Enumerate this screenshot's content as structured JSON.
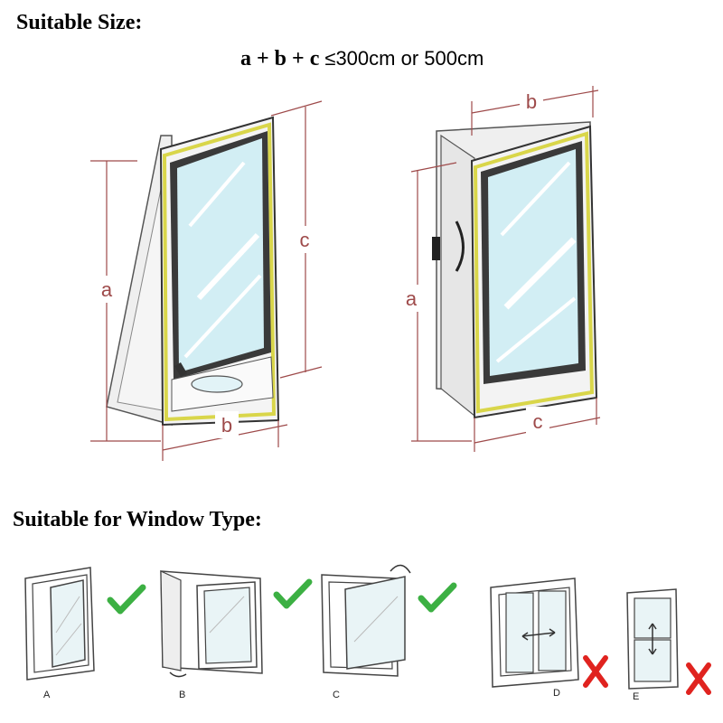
{
  "size_section": {
    "title": "Suitable Size:",
    "formula": {
      "terms": "a + b + c ",
      "operator": "≤",
      "limit": "300cm or 500cm"
    },
    "dimension_labels": {
      "a": "a",
      "b": "b",
      "c": "c"
    }
  },
  "type_section": {
    "title": "Suitable for Window Type:",
    "windows": [
      {
        "label": "A",
        "suitable": true
      },
      {
        "label": "B",
        "suitable": true
      },
      {
        "label": "C",
        "suitable": true
      },
      {
        "label": "D",
        "suitable": false
      },
      {
        "label": "E",
        "suitable": false
      }
    ]
  },
  "colors": {
    "dimension_line": "#9e4a4a",
    "seal_tape": "#d9d64a",
    "frame": "#3a3a3a",
    "glass": "#d2eef4",
    "panel": "#f0f0f0",
    "check": "#3cb043",
    "cross": "#e0231f"
  },
  "icons": {
    "suitable": "check-mark-icon",
    "unsuitable": "x-mark-icon"
  }
}
